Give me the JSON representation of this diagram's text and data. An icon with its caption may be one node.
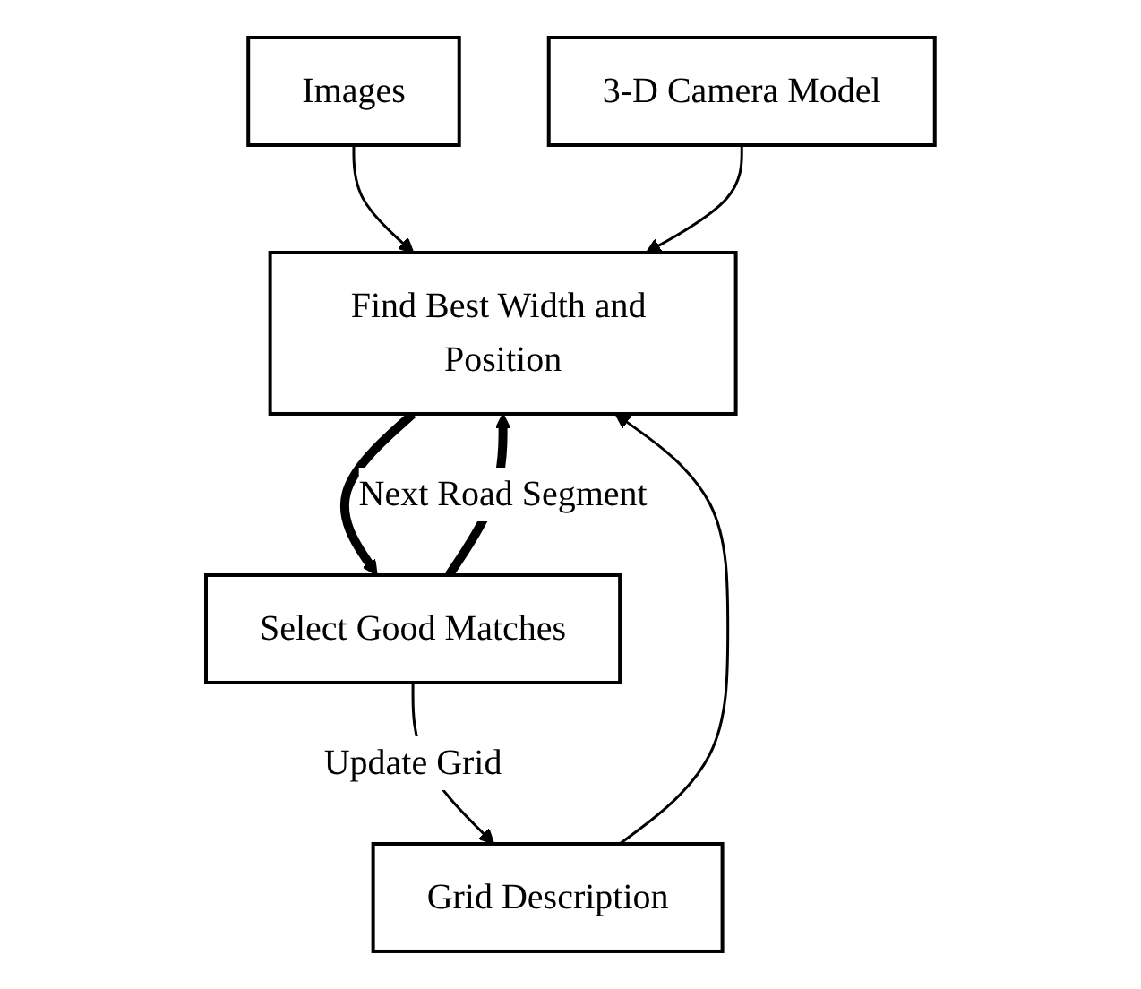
{
  "diagram": {
    "nodes": [
      {
        "text": [
          "Images"
        ]
      },
      {
        "text": [
          "3-D Camera Model"
        ]
      },
      {
        "text": [
          "Grid Description"
        ]
      },
      {
        "text": [
          "Find Best Width and Position"
        ]
      },
      {
        "text": [
          "Select Good Matches"
        ]
      }
    ],
    "edges": [
      {
        "from": 0,
        "to": 3,
        "arrow": "to"
      },
      {
        "from": 1,
        "to": 3,
        "arrow": "to"
      },
      {
        "from": 2,
        "to": 3,
        "arrow": "to"
      },
      {
        "from": 3,
        "to": 4,
        "arrow": "to",
        "style": "thick"
      },
      {
        "from": 4,
        "to": 3,
        "arrow": "to",
        "style": "thick",
        "label": "Next Road Segment"
      },
      {
        "from": 4,
        "to": 2,
        "arrow": "to",
        "label": "Update Grid"
      }
    ]
  }
}
